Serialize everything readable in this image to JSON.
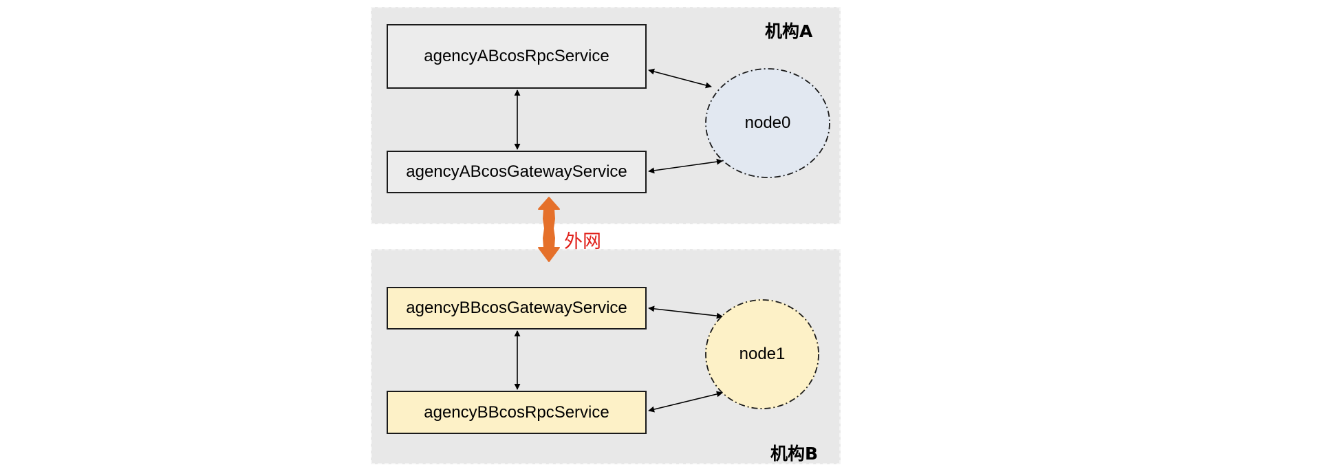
{
  "organizations": {
    "a": {
      "label": "机构A",
      "rpc_service": "agencyABcosRpcService",
      "gateway_service": "agencyABcosGatewayService",
      "node": "node0"
    },
    "b": {
      "label": "机构B",
      "gateway_service": "agencyBBcosGatewayService",
      "rpc_service": "agencyBBcosRpcService",
      "node": "node1"
    }
  },
  "external_link": {
    "label": "外网"
  },
  "colors": {
    "panel_background": "#e8e8e8",
    "org_a_box_fill": "#ececec",
    "org_b_box_fill": "#fdf1c7",
    "node0_fill": "#e2e8f1",
    "node1_fill": "#fdf1c7",
    "external_arrow": "#e5702a",
    "external_label": "#e0201a",
    "border": "#1a1a1a"
  }
}
